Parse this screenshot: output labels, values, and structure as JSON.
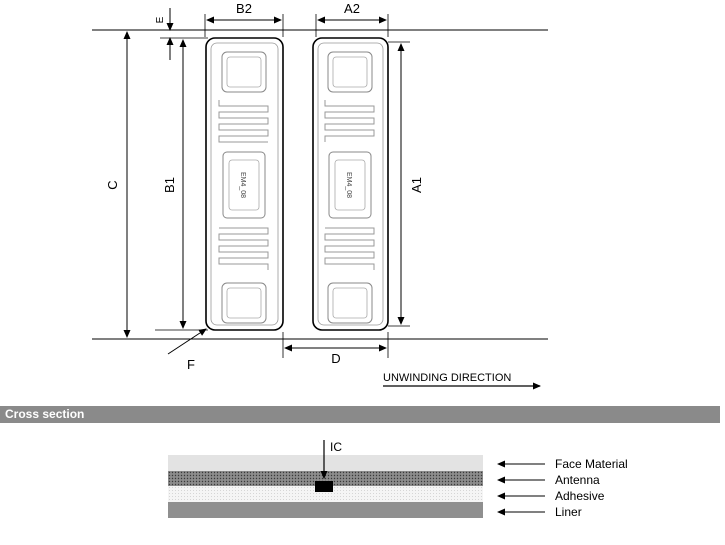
{
  "drawing": {
    "dimension_labels": {
      "e": "E",
      "b2": "B2",
      "a2": "A2",
      "c": "C",
      "b1": "B1",
      "a1": "A1",
      "d": "D",
      "f": "F"
    },
    "chip_text": "EM4_08",
    "direction_label": "UNWINDING DIRECTION"
  },
  "cross_section": {
    "title": "Cross section",
    "ic_label": "IC",
    "layers": [
      "Face Material",
      "Antenna",
      "Adhesive",
      "Liner"
    ]
  },
  "colors": {
    "section_bar": "#8a8a8a",
    "face_material": "#e3e3e3",
    "adhesive": "#f4f4f4",
    "liner": "#8f8f8f",
    "antenna": "#555555"
  }
}
